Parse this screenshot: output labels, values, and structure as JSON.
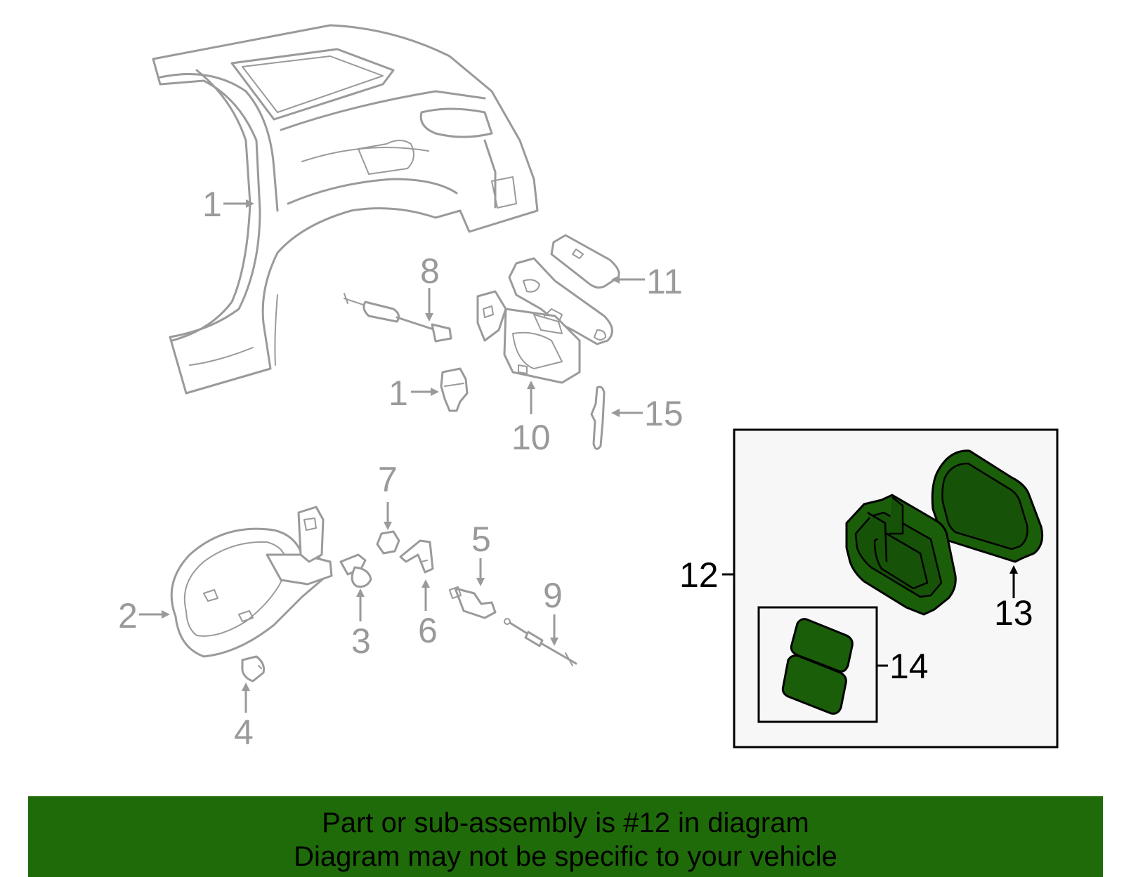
{
  "callouts": {
    "c1a": "1",
    "c1b": "1",
    "c2": "2",
    "c3": "3",
    "c4": "4",
    "c5": "5",
    "c6": "6",
    "c7": "7",
    "c8": "8",
    "c9": "9",
    "c10": "10",
    "c11": "11",
    "c12": "12",
    "c13": "13",
    "c14": "14",
    "c15": "15"
  },
  "banner": {
    "line1": "Part or sub-assembly is #12 in diagram",
    "line2": "Diagram may not be specific to your vehicle"
  },
  "colors": {
    "highlight": "#1b5e0a",
    "banner": "#1f6b0a",
    "faded_parts": "#9a9a9a",
    "inset_bg": "#f7f7f7"
  }
}
